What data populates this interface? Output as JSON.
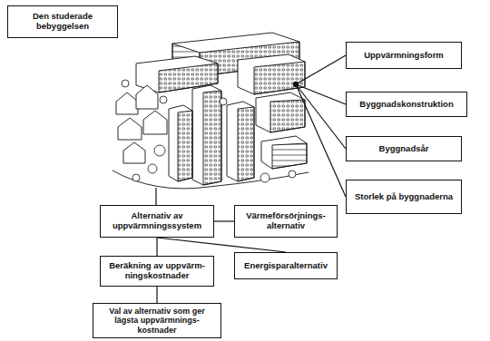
{
  "diagram": {
    "nodes": [
      {
        "text": [
          "Den studerade bebyggelsen"
        ]
      },
      {
        "text": [
          "Uppvärmningsform"
        ]
      },
      {
        "text": [
          "Byggnadskonstruktion"
        ]
      },
      {
        "text": [
          "Byggnadsår"
        ]
      },
      {
        "text": [
          "Storlek på byggnaderna"
        ]
      },
      {
        "text": [
          "Alternativ av uppvärmningssystem"
        ]
      },
      {
        "text": [
          "Värmeförsörjnings- alternativ"
        ]
      },
      {
        "text": [
          "Energisparalternativ"
        ]
      },
      {
        "text": [
          "Beräkning av uppvärm- ningskostnader"
        ]
      },
      {
        "text": [
          "Val av alternativ som ger lägsta uppvärmnings- kostnader"
        ]
      }
    ],
    "edges": [
      {
        "from": 5,
        "to": 6,
        "arrow": "none"
      },
      {
        "from": 5,
        "to": 7,
        "arrow": "none"
      },
      {
        "from": 5,
        "to": 8,
        "arrow": "none"
      },
      {
        "from": 8,
        "to": 9,
        "arrow": "none"
      }
    ]
  }
}
